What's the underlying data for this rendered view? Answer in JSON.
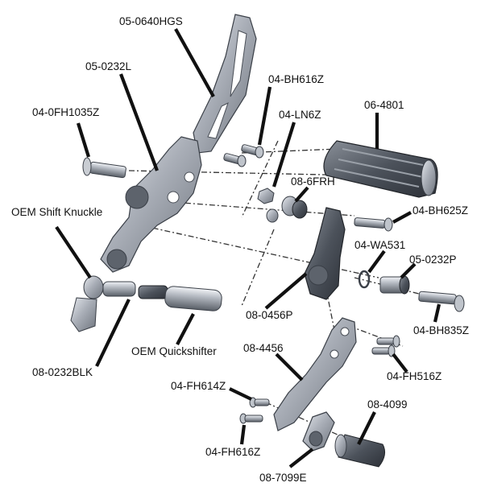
{
  "diagram": {
    "labels": {
      "p_05_0640HGS": "05-0640HGS",
      "p_05_0232L": "05-0232L",
      "p_04_BH616Z": "04-BH616Z",
      "p_04_0FH1035Z": "04-0FH1035Z",
      "p_04_LN6Z": "04-LN6Z",
      "p_06_4801": "06-4801",
      "p_08_6FRH": "08-6FRH",
      "p_oem_shift_knuckle": "OEM Shift Knuckle",
      "p_04_BH625Z": "04-BH625Z",
      "p_04_WA531": "04-WA531",
      "p_05_0232P": "05-0232P",
      "p_08_0456P": "08-0456P",
      "p_04_BH835Z": "04-BH835Z",
      "p_oem_quickshifter": "OEM Quickshifter",
      "p_08_0232BLK": "08-0232BLK",
      "p_08_4456": "08-4456",
      "p_04_FH516Z": "04-FH516Z",
      "p_04_FH614Z": "04-FH614Z",
      "p_08_4099": "08-4099",
      "p_04_FH616Z": "04-FH616Z",
      "p_08_7099E": "08-7099E"
    }
  }
}
